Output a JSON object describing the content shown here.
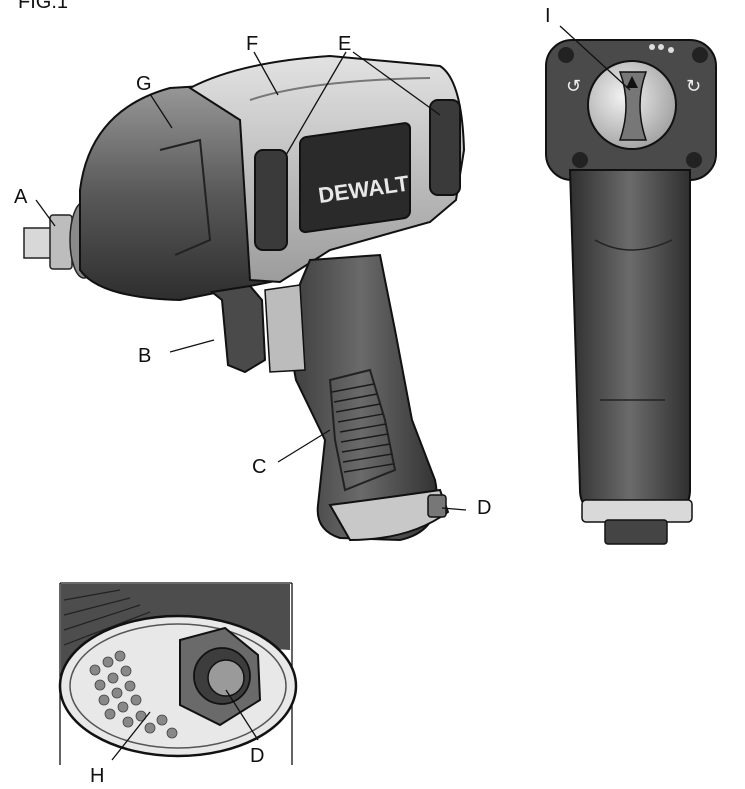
{
  "figure": {
    "caption": "FIG.1",
    "brand": "DEWALT"
  },
  "labels": {
    "A": "A",
    "B": "B",
    "C": "C",
    "D": "D",
    "E": "E",
    "F": "F",
    "G": "G",
    "H": "H",
    "I": "I",
    "D_inset": "D"
  }
}
